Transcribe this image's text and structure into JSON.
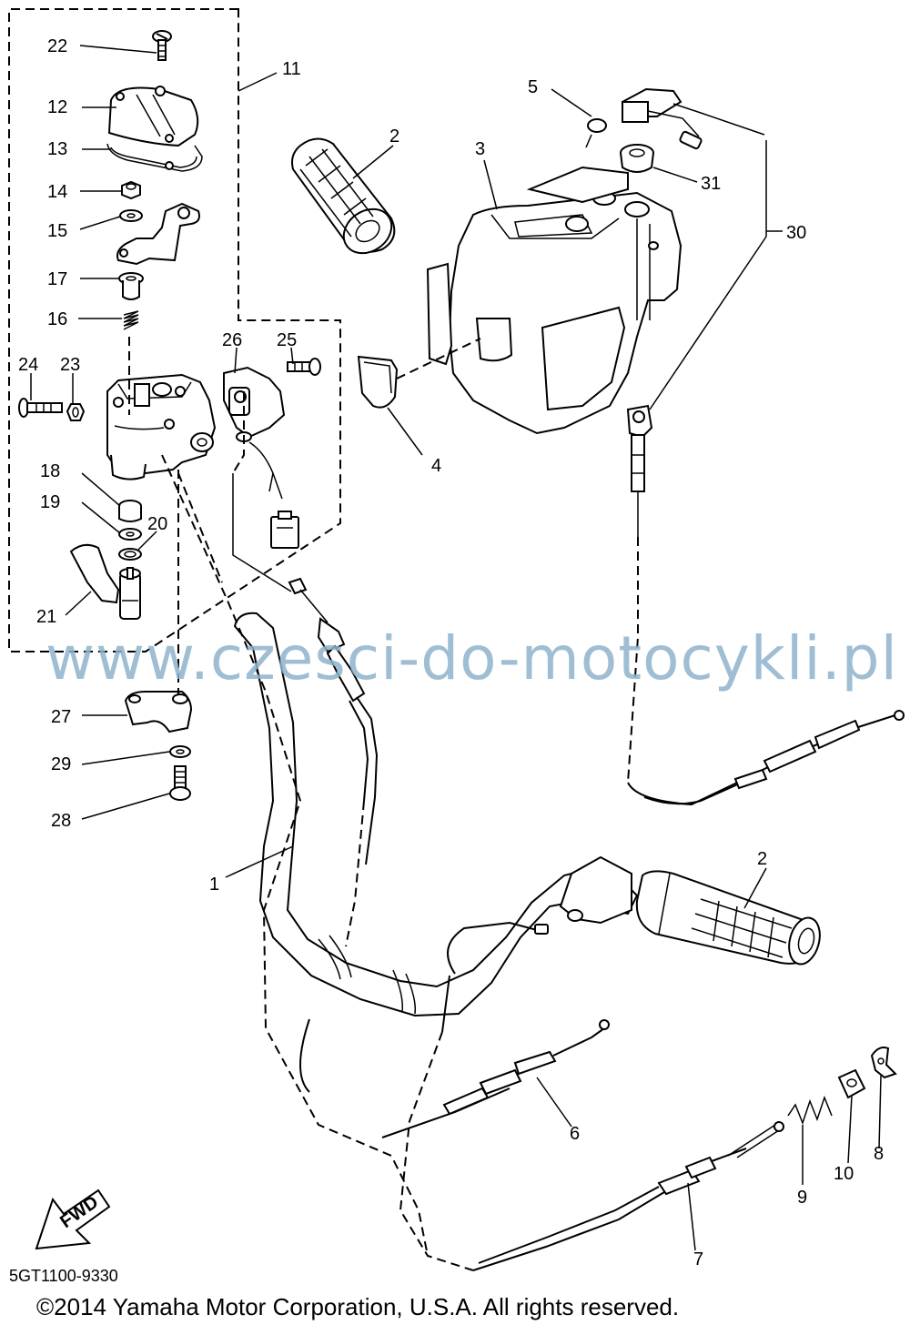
{
  "callouts": {
    "c1": "1",
    "c2a": "2",
    "c2b": "2",
    "c3": "3",
    "c4": "4",
    "c5": "5",
    "c6": "6",
    "c7": "7",
    "c8": "8",
    "c9": "9",
    "c10": "10",
    "c11": "11",
    "c12": "12",
    "c13": "13",
    "c14": "14",
    "c15": "15",
    "c16": "16",
    "c17": "17",
    "c18": "18",
    "c19": "19",
    "c20": "20",
    "c21": "21",
    "c22": "22",
    "c23": "23",
    "c24": "24",
    "c25": "25",
    "c26": "26",
    "c27": "27",
    "c28": "28",
    "c29": "29",
    "c30": "30",
    "c31": "31"
  },
  "watermark": "www.czesci-do-motocykli.pl",
  "fwd_label": "FWD",
  "diagram_code": "5GT1100-9330",
  "copyright": "©2014 Yamaha Motor Corporation, U.S.A. All rights reserved."
}
